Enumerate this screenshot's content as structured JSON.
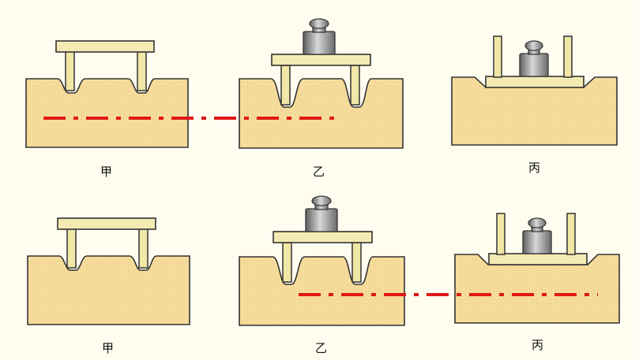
{
  "colors": {
    "background": "#fffdf0",
    "sand": "#f6dc9c",
    "sand_shade": "#e9c77c",
    "outline": "#333333",
    "table_top": "#f4ebb4",
    "table_leg": "#f1e7a6",
    "weight_metal": "#8e8e8e",
    "reference_line": "#e01818"
  },
  "rows": [
    {
      "panels": [
        {
          "id": "jia",
          "label": "甲",
          "table": "legs-down",
          "weight": false
        },
        {
          "id": "yi",
          "label": "乙",
          "table": "legs-down",
          "weight": true
        },
        {
          "id": "bing",
          "label": "丙",
          "table": "legs-up",
          "weight": true
        }
      ],
      "reference_line": {
        "from": "jia",
        "to": "yi",
        "style": "dash-dot"
      }
    },
    {
      "panels": [
        {
          "id": "jia",
          "label": "甲",
          "table": "legs-down",
          "weight": false
        },
        {
          "id": "yi",
          "label": "乙",
          "table": "legs-down",
          "weight": true
        },
        {
          "id": "bing",
          "label": "丙",
          "table": "legs-up",
          "weight": true
        }
      ],
      "reference_line": {
        "from": "yi",
        "to": "bing",
        "style": "dash-dot"
      }
    }
  ]
}
